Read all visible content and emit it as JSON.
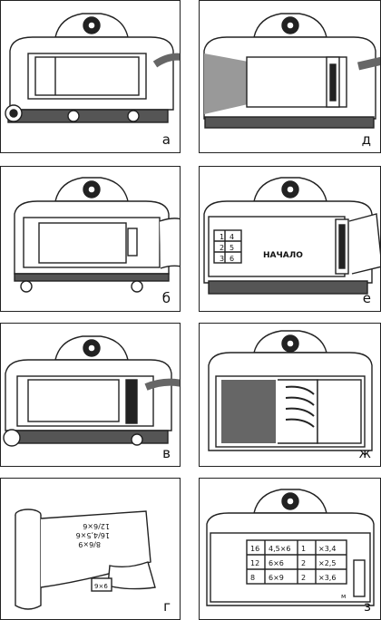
{
  "panels": [
    {
      "id": "a",
      "label": "а"
    },
    {
      "id": "d",
      "label": "д"
    },
    {
      "id": "b",
      "label": "б"
    },
    {
      "id": "e",
      "label": "е"
    },
    {
      "id": "v",
      "label": "в"
    },
    {
      "id": "zh",
      "label": "ж"
    },
    {
      "id": "g",
      "label": "г"
    },
    {
      "id": "z",
      "label": "з"
    }
  ],
  "texts": {
    "e_counter": [
      "1",
      "4",
      "2",
      "5",
      "3",
      "6"
    ],
    "e_start": "НАЧАЛО",
    "g_roll": [
      "12/6×6",
      "16/4,5×6",
      "8/6×9"
    ],
    "g_mark": "9×6",
    "z_table": [
      [
        "16",
        "4,5×6",
        "1",
        "×3,4"
      ],
      [
        "12",
        "6×6",
        "2",
        "×2,5"
      ],
      [
        "8",
        "6×9",
        "2",
        "×3,6"
      ]
    ],
    "z_mark": "м"
  }
}
